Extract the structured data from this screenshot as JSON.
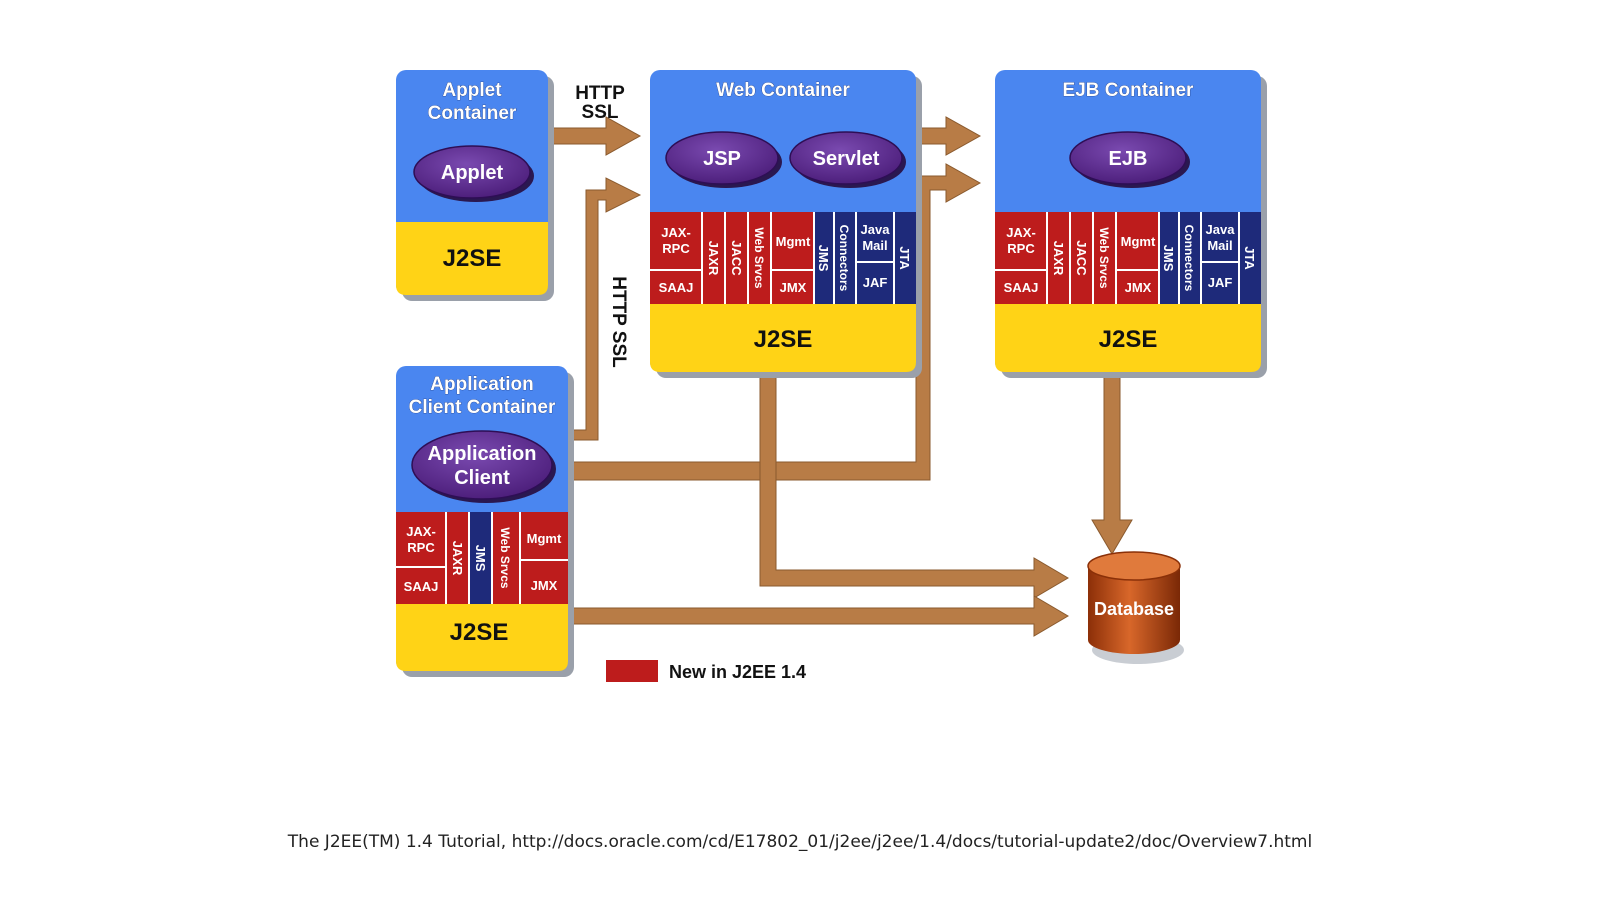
{
  "colors": {
    "container_blue": "#4a86f0",
    "j2se_yellow": "#ffd316",
    "api_red": "#bd1c1c",
    "api_navy": "#1e2a7a",
    "oval_purple": "#5a2a8a",
    "arrow_brown": "#b87c46",
    "database_orange": "#c75418"
  },
  "applet_container": {
    "title_line1": "Applet",
    "title_line2": "Container",
    "component": "Applet",
    "platform": "J2SE"
  },
  "web_container": {
    "title": "Web Container",
    "components": [
      "JSP",
      "Servlet"
    ],
    "apis": {
      "jaxrpc_line1": "JAX-",
      "jaxrpc_line2": "RPC",
      "saaj": "SAAJ",
      "jaxr": "JAXR",
      "jacc": "JACC",
      "websrvcs": "Web Srvcs",
      "mgmt": "Mgmt",
      "jmx": "JMX",
      "jms": "JMS",
      "connectors": "Connectors",
      "javamail_line1": "Java",
      "javamail_line2": "Mail",
      "jaf": "JAF",
      "jta": "JTA"
    },
    "platform": "J2SE"
  },
  "ejb_container": {
    "title": "EJB Container",
    "component": "EJB",
    "apis": {
      "jaxrpc_line1": "JAX-",
      "jaxrpc_line2": "RPC",
      "saaj": "SAAJ",
      "jaxr": "JAXR",
      "jacc": "JACC",
      "websrvcs": "Web Srvcs",
      "mgmt": "Mgmt",
      "jmx": "JMX",
      "jms": "JMS",
      "connectors": "Connectors",
      "javamail_line1": "Java",
      "javamail_line2": "Mail",
      "jaf": "JAF",
      "jta": "JTA"
    },
    "platform": "J2SE"
  },
  "app_client_container": {
    "title_line1": "Application",
    "title_line2": "Client Container",
    "component_line1": "Application",
    "component_line2": "Client",
    "apis": {
      "jaxrpc_line1": "JAX-",
      "jaxrpc_line2": "RPC",
      "saaj": "SAAJ",
      "jaxr": "JAXR",
      "jms": "JMS",
      "websrvcs": "Web Srvcs",
      "mgmt": "Mgmt",
      "jmx": "JMX"
    },
    "platform": "J2SE"
  },
  "protocols": {
    "applet_to_web_line1": "HTTP",
    "applet_to_web_line2": "SSL",
    "client_to_web": "HTTP SSL"
  },
  "database": "Database",
  "legend": "New in J2EE 1.4",
  "caption": "The J2EE(TM) 1.4 Tutorial, http://docs.oracle.com/cd/E17802_01/j2ee/j2ee/1.4/docs/tutorial-update2/doc/Overview7.html"
}
